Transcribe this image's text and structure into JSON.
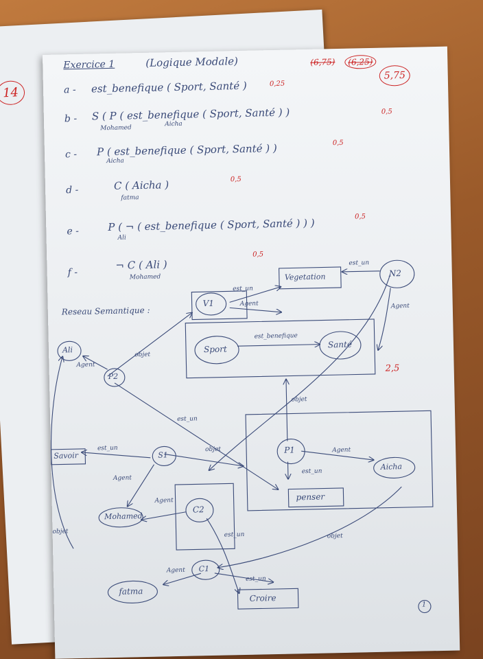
{
  "header": {
    "title": "Exercice 1",
    "subtitle": "(Logique Modale)",
    "grade_crossed_1": "(6,75)",
    "grade_crossed_2": "(6,25)",
    "grade_final": "5,75",
    "margin_grade": "14"
  },
  "lines": [
    {
      "letter": "a -",
      "text": "est_benefique ( Sport, Santé )",
      "score": "0,25"
    },
    {
      "letter": "b -",
      "text": "S  (  P  ( est_benefique ( Sport, Santé ) )",
      "sub1": "Mohamed",
      "sub2": "Aicha",
      "score": "0,5"
    },
    {
      "letter": "c -",
      "text": "P  ( est_benefique ( Sport, Santé ) )",
      "sub1": "Aicha",
      "score": "0,5"
    },
    {
      "letter": "d -",
      "text": "C        ( Aicha )",
      "sub1": "fatma",
      "score": "0,5"
    },
    {
      "letter": "e -",
      "text": "P  ( ¬ ( est_benefique ( Sport, Santé ) ) )",
      "sub1": "Ali",
      "score": "0,5"
    },
    {
      "letter": "f -",
      "text": "¬ C        ( Ali )",
      "sub1": "Mohamed",
      "score": "0,5"
    }
  ],
  "network": {
    "section_title": "Reseau Semantique :",
    "score": "2,5",
    "nodes": {
      "ali": "Ali",
      "p2": "P2",
      "v1": "V1",
      "vegetation": "Vegetation",
      "n2": "N2",
      "sport": "Sport",
      "sante": "Santé",
      "savoir": "Savoir",
      "s1": "S1",
      "p1": "P1",
      "mohamed": "Mohamed",
      "c2": "C2",
      "penser": "penser",
      "aicha": "Aicha",
      "fatma": "fatma",
      "c1": "C1",
      "croire": "Croire"
    },
    "edges": {
      "agent": "Agent",
      "objet": "objet",
      "est_un": "est_un",
      "est_benefique": "est_benefique"
    }
  },
  "page_number": "1"
}
